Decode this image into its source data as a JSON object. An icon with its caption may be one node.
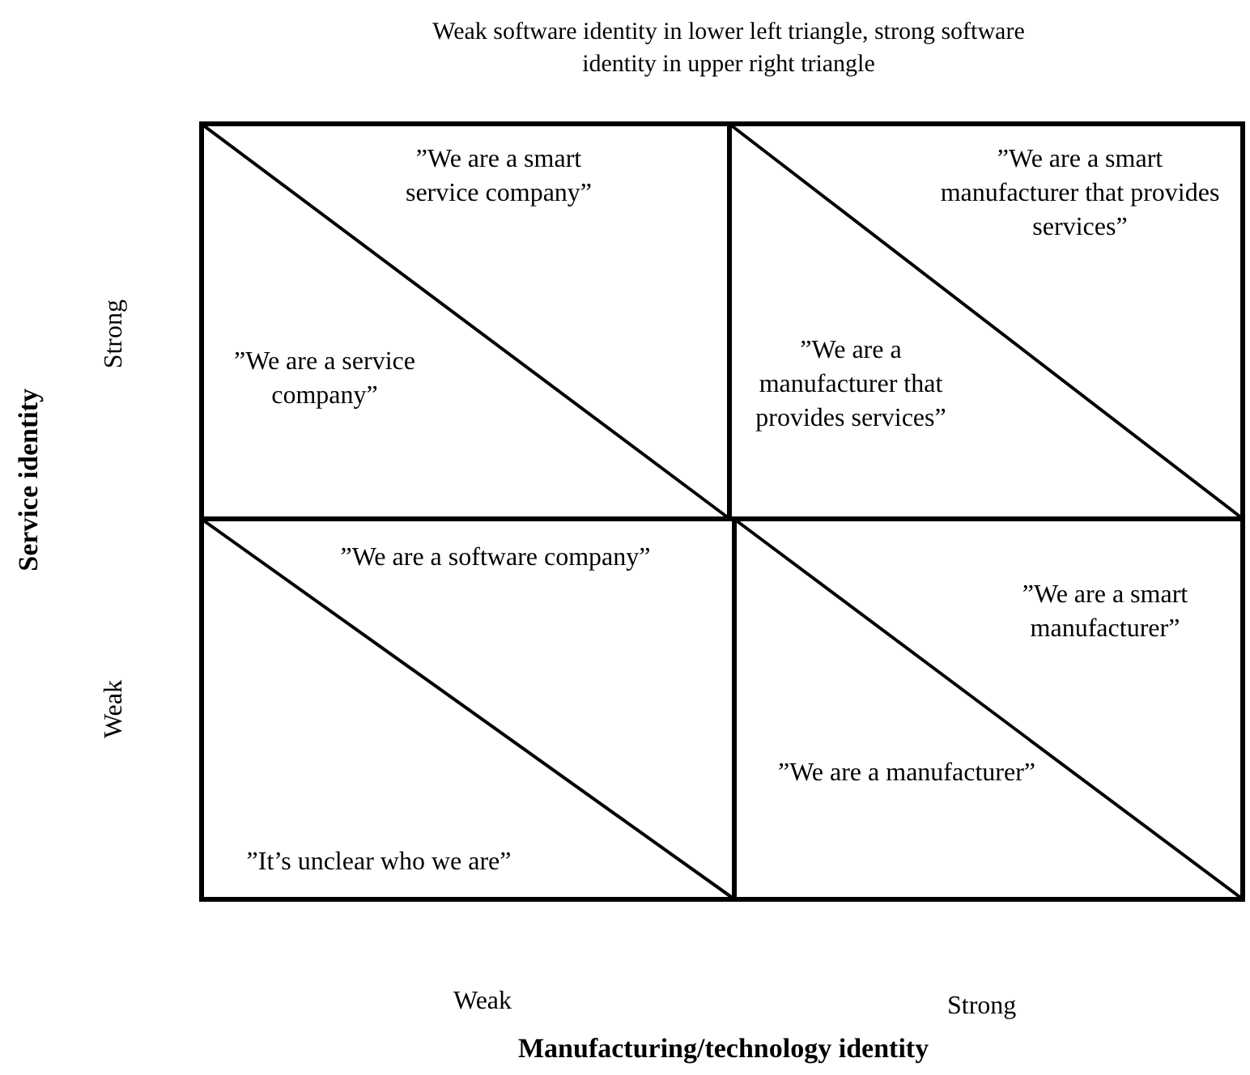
{
  "diagram": {
    "title": "Weak software identity in lower left triangle, strong software identity in upper right triangle",
    "nodes": [
      {
        "text": [
          "”We are a smart service company”",
          "”We are a service company”"
        ]
      },
      {
        "text": [
          "”We are a smart manufacturer that provides services”",
          "”We are a manufacturer that provides services”"
        ]
      },
      {
        "text": [
          "”We are a software company”",
          "”It’s unclear who we are”"
        ]
      },
      {
        "text": [
          "”We are a smart manufacturer”",
          "”We are a manufacturer”"
        ]
      }
    ],
    "labels": [
      "Strong",
      "Service identity",
      "Weak",
      "Weak",
      "Strong",
      "Manufacturing/technology identity"
    ]
  }
}
